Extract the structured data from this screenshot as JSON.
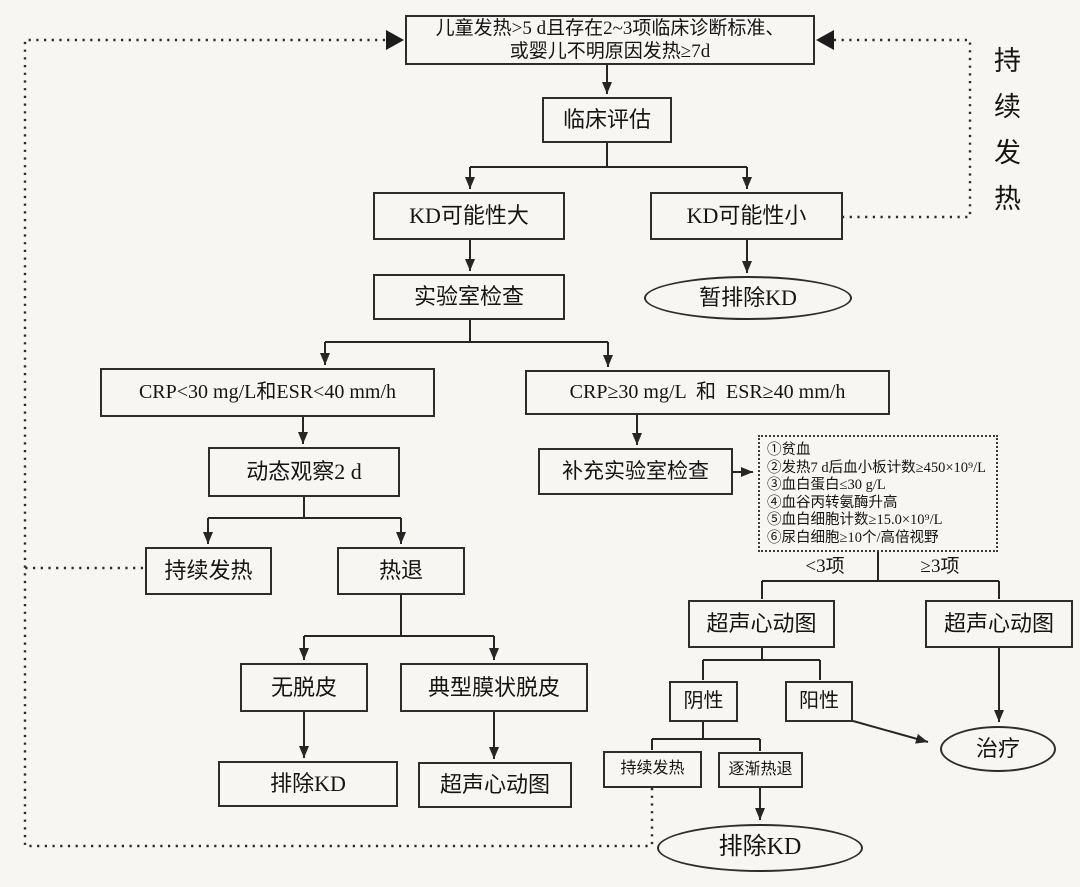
{
  "flowchart": {
    "top_box": {
      "line1": "儿童发热>5 d且存在2~3项临床诊断标准、",
      "line2": "或婴儿不明原因发热≥7d"
    },
    "clinical_eval": "临床评估",
    "kd_likely": "KD可能性大",
    "kd_unlikely": "KD可能性小",
    "lab_exam": "实验室检查",
    "temp_exclude_kd": "暂排除KD",
    "crp_low": "CRP<30 mg/L和ESR<40 mm/h",
    "crp_high": "CRP≥30 mg/L  和  ESR≥40 mm/h",
    "observe": "动态观察2 d",
    "supplement_lab": "补充实验室检查",
    "criteria_items": [
      "①贫血",
      "②发热7 d后血小板计数≥450×10⁹/L",
      "③血白蛋白≤30 g/L",
      "④血谷丙转氨酶升高",
      "⑤血白细胞计数≥15.0×10⁹/L",
      "⑥尿白细胞≥10个/高倍视野"
    ],
    "branch_lt3": "<3项",
    "branch_ge3": "≥3项",
    "persistent_fever_left": "持续发热",
    "fever_subsides": "热退",
    "no_peeling": "无脱皮",
    "typical_peeling": "典型膜状脱皮",
    "exclude_kd_box": "排除KD",
    "echo_left": "超声心动图",
    "echo_mid": "超声心动图",
    "echo_right": "超声心动图",
    "negative": "阴性",
    "positive": "阳性",
    "persistent_fever_bottom": "持续发热",
    "gradual_defervescence": "逐渐热退",
    "treatment": "治疗",
    "exclude_kd_final": "排除KD",
    "persistent_fever_side": "持续发热"
  },
  "colors": {
    "background": "#f7f6f2",
    "line": "#262626",
    "text": "#141414"
  }
}
